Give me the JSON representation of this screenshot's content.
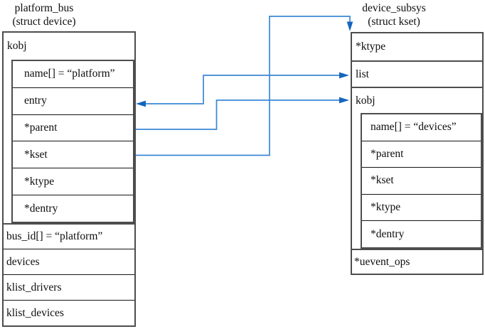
{
  "colors": {
    "arrow_line": "#3b87d6",
    "arrow_head": "#1565be",
    "border_heavy": "#4d4d4d",
    "border_light": "#141414",
    "text": "#0d0d0d",
    "background": "#ffffff"
  },
  "left_struct": {
    "title": "platform_bus",
    "subtitle": "(struct device)",
    "kobj_header": "kobj",
    "kobj_fields": [
      "name[] = “platform”",
      "entry",
      "*parent",
      "*kset",
      "*ktype",
      "*dentry"
    ],
    "fields": [
      "bus_id[] = “platform”",
      "devices",
      "klist_drivers",
      "klist_devices"
    ]
  },
  "right_struct": {
    "title": "device_subsys",
    "subtitle": "(struct kset)",
    "top_fields": [
      "*ktype",
      "list",
      "kobj"
    ],
    "kobj_fields": [
      "name[] = “devices”",
      "*parent",
      "*kset",
      "*ktype",
      "*dentry"
    ],
    "bottom_fields": [
      "*uevent_ops"
    ]
  },
  "arrows": [
    {
      "from": "platform_bus.kobj.entry",
      "to": "device_subsys.list",
      "style": "double-headed"
    },
    {
      "from": "platform_bus.kobj.*parent",
      "to": "device_subsys.kobj",
      "style": "single"
    },
    {
      "from": "platform_bus.kobj.*kset",
      "to": "device_subsys (top of box)",
      "style": "single"
    }
  ]
}
